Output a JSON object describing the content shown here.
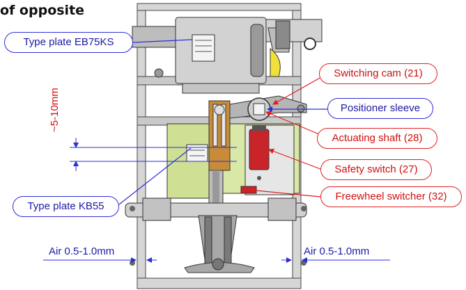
{
  "heading": "of opposite",
  "callouts": {
    "type_plate_eb75ks": "Type plate EB75KS",
    "switching_cam": "Switching cam (21)",
    "positioner_sleeve": "Positioner sleeve",
    "actuating_shaft": "Actuating shaft (28)",
    "safety_switch": "Safety switch (27)",
    "type_plate_kb55": "Type plate KB55",
    "freewheel_switcher": "Freewheel switcher (32)"
  },
  "dimensions": {
    "gap": "~5-10mm",
    "air_left": "Air 0.5-1.0mm",
    "air_right": "Air 0.5-1.0mm"
  },
  "colors": {
    "blue_label": "#2b2fd6",
    "red_label": "#e01e1e",
    "frame_gray": "#bdbdbd",
    "motor_gray": "#cfcfcf",
    "green_part": "#d9e8a6",
    "yellow_part": "#f2e03a",
    "brown_part": "#c88b3a",
    "red_switch": "#c8242a"
  }
}
